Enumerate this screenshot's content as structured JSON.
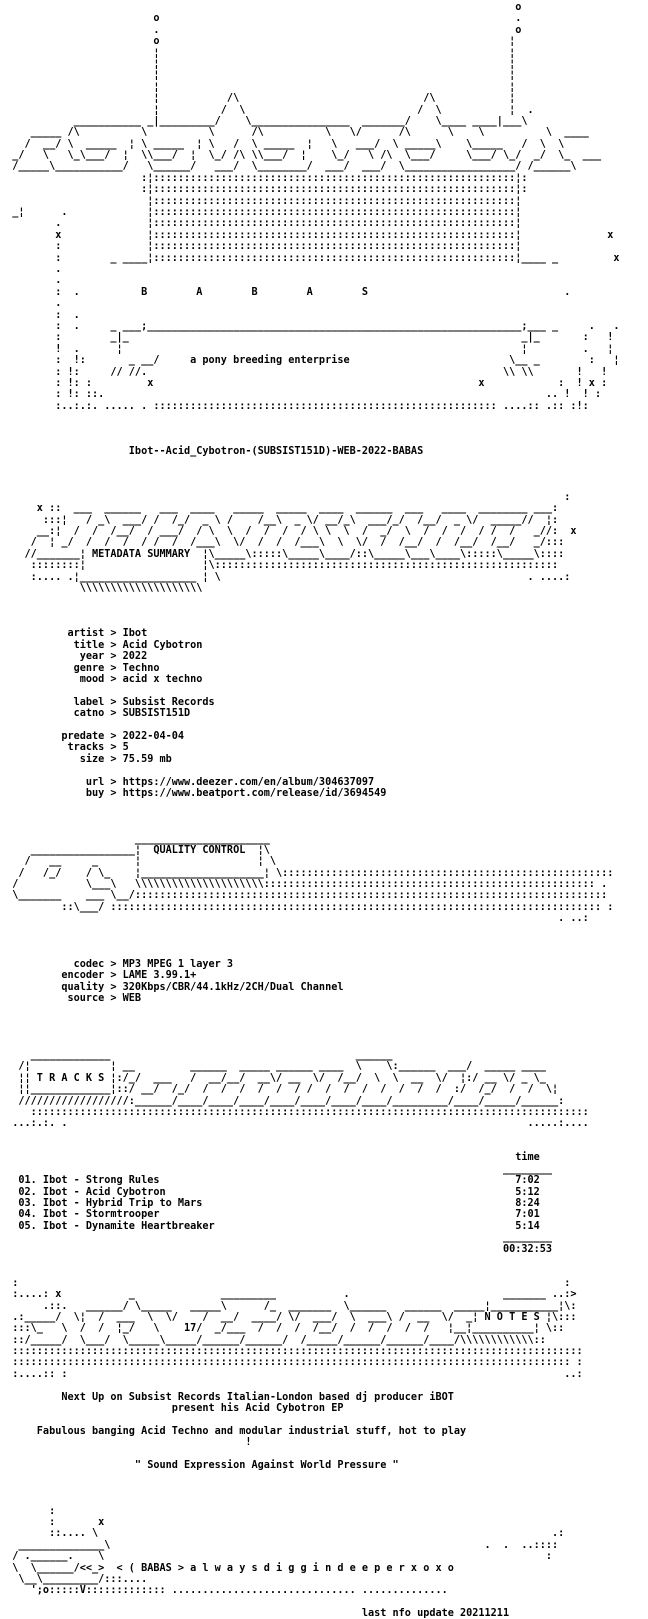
{
  "document": {
    "lines": [
      "                                                                                    o",
      "                         o                                                          .",
      "                         .                                                          o",
      "                         o                                                         ¦",
      "                         ¦                                                         ¦",
      "                         ¦                                                         ¦",
      "                         ¦                                                         ¦",
      "                         ¦                                                         ¦",
      "                         ¦           /\\                              /\\            ¦",
      "                         ¦          /  \\                            /  \\           ¦  .",
      "            ___________ _|_________/    \\________________  _______/    \\____ ____|___\\",
      "     _____ /\\          \\          \\      /\\          \\   \\/      /\\      \\    \\          \\  ____",
      "    /  __/ \\  _____  ¦ \\ _____  ¦ \\   /  \\ _____  ¦   \\   ___/  \\ _____\\    \\_____   /  \\  \\",
      "  _/   \\   \\_\\___/  ¦  \\\\___/  ¦  \\_/ /\\ \\\\___/  ¦    \\_/   \\ /\\  \\___/     \\___/ \\_/  _/  \\_  ___",
      "  /_____\\___________/   \\______/   ___/  \\________/  ___/  ___/  \\__________________/ /______\\",
      "                       :¦:::::::::::::::::::::::::::::::::::::::::::::::::::::::::::¦:",
      "                       :¦:::::::::::::::::::::::::::::::::::::::::::::::::::::::::::¦:",
      "                        ¦:::::::::::::::::::::::::::::::::::::::::::::::::::::::::::¦",
      "  _¦      .             ¦:::::::::::::::::::::::::::::::::::::::::::::::::::::::::::¦",
      "         .              ¦:::::::::::::::::::::::::::::::::::::::::::::::::::::::::::¦",
      "         x              ¦:::::::::::::::::::::::::::::::::::::::::::::::::::::::::::¦              x",
      "         :              ¦:::::::::::::::::::::::::::::::::::::::::::::::::::::::::::¦",
      "         :        _ ____¦:::::::::::::::::::::::::::::::::::::::::::::::::::::::::::¦____ _         x",
      "         .",
      "         .",
      "         :  .          B        A        B        A        S                                .",
      "         .",
      "         :  .          ",
      "         :  .     _ ___;_____________________________________________________________;___ _     .   .",
      "         :        _|_                                                                _|_       :   !",
      "         !  .      ¦                                                                 ¦         .   ¦",
      "         :  !:       _ __/     a pony breeding enterprise                          \\__ _        :   ¦",
      "         : !:     // //.                                                          \\\\ \\\\       !   !",
      "         : !: :         x                                                     x            :  ! x :",
      "         : !: ::.                                                                        .. !  ! :",
      "         :..:.:. ..... . :::::::::::::::::::::::::::::::::::::::::::::::::::::::: ....:: .:: :!:",
      "",
      "",
      "",
      "                     Ibot--Acid_Cybotron-(SUBSIST151D)-WEB-2022-BABAS",
      "",
      "",
      "",
      "                                                                                            :",
      "      x ::  ___  ______   ___  ____   _____  _____  ____  ______  ___   ____  ________ ___:",
      "       :::¦   / _\\  ___/ /  /_/  _ \\ /    /__\\  _ \\/ __/_\\  ___/_/  /__/  _ \\/  _____//  ¦:",
      "      __:¦  /  /  /__/  / ___/  / \\  \\  /  /  /  / \\ \\  \\  /  _/  \\  /  /  /  / /  /   _//:  x",
      "     /  ¦ _/  /  /  /  / /  /  /___\\  \\/  /  /  /___\\  \\  \\/  /  /__/  /  /__/  /__/   _/:::",
      "    //_______¦ METADATA SUMMARY  ¦\\_____\\:::::\\_____\\____/::\\_____\\___\\____\\:::::\\_____\\::::",
      "     ::::::::¦                   ¦\\::::::::::::::::::::::::::::::::::::::::::::::::::::::::",
      "     :.... .¦___________________ ¦ \\                                                  . ....:",
      "             \\\\\\\\\\\\\\\\\\\\\\\\\\\\\\\\\\\\\\\\",
      "",
      "",
      "",
      "           artist > Ibot",
      "            title > Acid Cybotron",
      "             year > 2022",
      "            genre > Techno",
      "             mood > acid x techno",
      "",
      "            label > Subsist Records",
      "            catno > SUBSIST151D",
      "",
      "          predate > 2022-04-04",
      "           tracks > 5",
      "             size > 75.59 mb",
      "",
      "              url > https://www.deezer.com/en/album/304637097",
      "              buy > https://www.beatport.com/release/id/3694549",
      "",
      "",
      "",
      "                      ______________________",
      "     _________________¦  QUALITY CONTROL  ¦\\",
      "    /   __     _      ¦                   ¦ \\",
      "   /   /_/    / \\_    ¦____________________¦ \\::::::::::::::::::::::::::::::::::::::::::::::::::::::",
      "  /           \\___\\   \\\\\\\\\\\\\\\\\\\\\\\\\\\\\\\\\\\\\\\\\\:::::::::::::::::::::::::::::::::::::::::::::::::::::: .",
      "  \\_______    ___ \\__/:::::::::::::::::::::::::::::::::::::::::::::::::::::::::::::::::::::::::::::",
      "          ::\\___/ :::::::::::::::::::::::::::::::::::::::::::::::::::::::::::::::::::::::::::::::: :",
      "                                                                                           . ..:",
      "",
      "",
      "",
      "            codec > MP3 MPEG 1 layer 3",
      "          encoder > LAME 3.99.1+",
      "          quality > 320Kbps/CBR/44.1kHz/2CH/Dual Channel",
      "           source > WEB",
      "",
      "",
      "",
      "",
      "     _____________                                        ______",
      "   /¦             ¦ __         ______  _____ ______ ____  \\    \\:______  ___/  _____ ____",
      "   ¦¦ T R A C K S ¦:/_/  ___   /  __/__/  __\\/ __  \\/  /__/  \\  \\  __  \\/  ¦:/ __ \\/ _ \\_",
      "   ¦¦_____________¦::/ __/  /_/  /  /  /  /  /  / /  /  /  /  /  /  /  /  :/  /_/  /  /  \\¦",
      "   //////////////////:______/____/____/____/____/____/____/____/_________/____/_____/______:",
      "     :::::::::::::::::::::::::::::::::::::::::::::::::::::::::::::::::::::::::::::::::::::::::::",
      "  ...:.:. .                                                                           .....:....",
      "",
      "",
      "                                                                                    time",
      "                                                                                  ________",
      "   01. Ibot - Strong Rules                                                          7:02",
      "   02. Ibot - Acid Cybotron                                                         5:12",
      "   03. Ibot - Hybrid Trip to Mars                                                   8:24",
      "   04. Ibot - Stormtrooper                                                          7:01",
      "   05. Ibot - Dynamite Heartbreaker                                                 5:14",
      "                                                                                  ________",
      "                                                                                  00:32:53",
      "",
      "",
      "  :                                                                                         :",
      "  :....: x           _              _________           .                         _______ ..:>",
      "       .::.   ______/ \\_____   _____\\      /_  _______  \\______   ______  _____¦___________¦\\:",
      "  .:_____/  \\¦  /  ___  \\  \\/    /  __/  ____/ \\/  ___/  \\  ___\\ /  __  \\/  _¦ N O T E S ¦\\:::",
      "  :::\\_   \\  /  /  ¦_/   \\    17/  _/___  /  /  /  /__/  /  /  /  /  /   ¦__¦__________¦ \\::",
      "  ::/_____/  \\___/  \\_____\\_____/______/______/  /_____/______/______/____/\\\\\\\\\\\\\\\\\\\\\\\\::",
      "  :::::::::::::::::::::::::::::::::::::::::::::::::::::::::::::::::::::::::::::::::::::::::::::",
      "  ::::::::::::::::::::::::::::::::::::::::::::::::::::::::::::::::::::::::::::::::::::::::::: :",
      "  :....:: :                                                                                 ..:",
      "",
      "          Next Up on Subsist Records Italian-London based dj producer iBOT",
      "                            present his Acid Cybotron EP",
      "",
      "      Fabulous banging Acid Techno and modular industrial stuff, hot to play",
      "                                        !",
      "",
      "                      \" Sound Expression Against World Pressure \"",
      "",
      "",
      "",
      "        :",
      "        :       x",
      "        ::.... \\                                                                          .:",
      "   ______________\\                                                             .  .  ..::::",
      "  / .______.    \\                                                                        :",
      "  \\  \\______/<<_>  < ( BABAS > a l w a y s d i g g i n d e e p e r x o x o",
      "   \\__\\_________/:::....",
      "     ';o:::::V::::::::::::: .............................. ..............",
      "",
      "                                                           last nfo update 20211211"
    ]
  }
}
